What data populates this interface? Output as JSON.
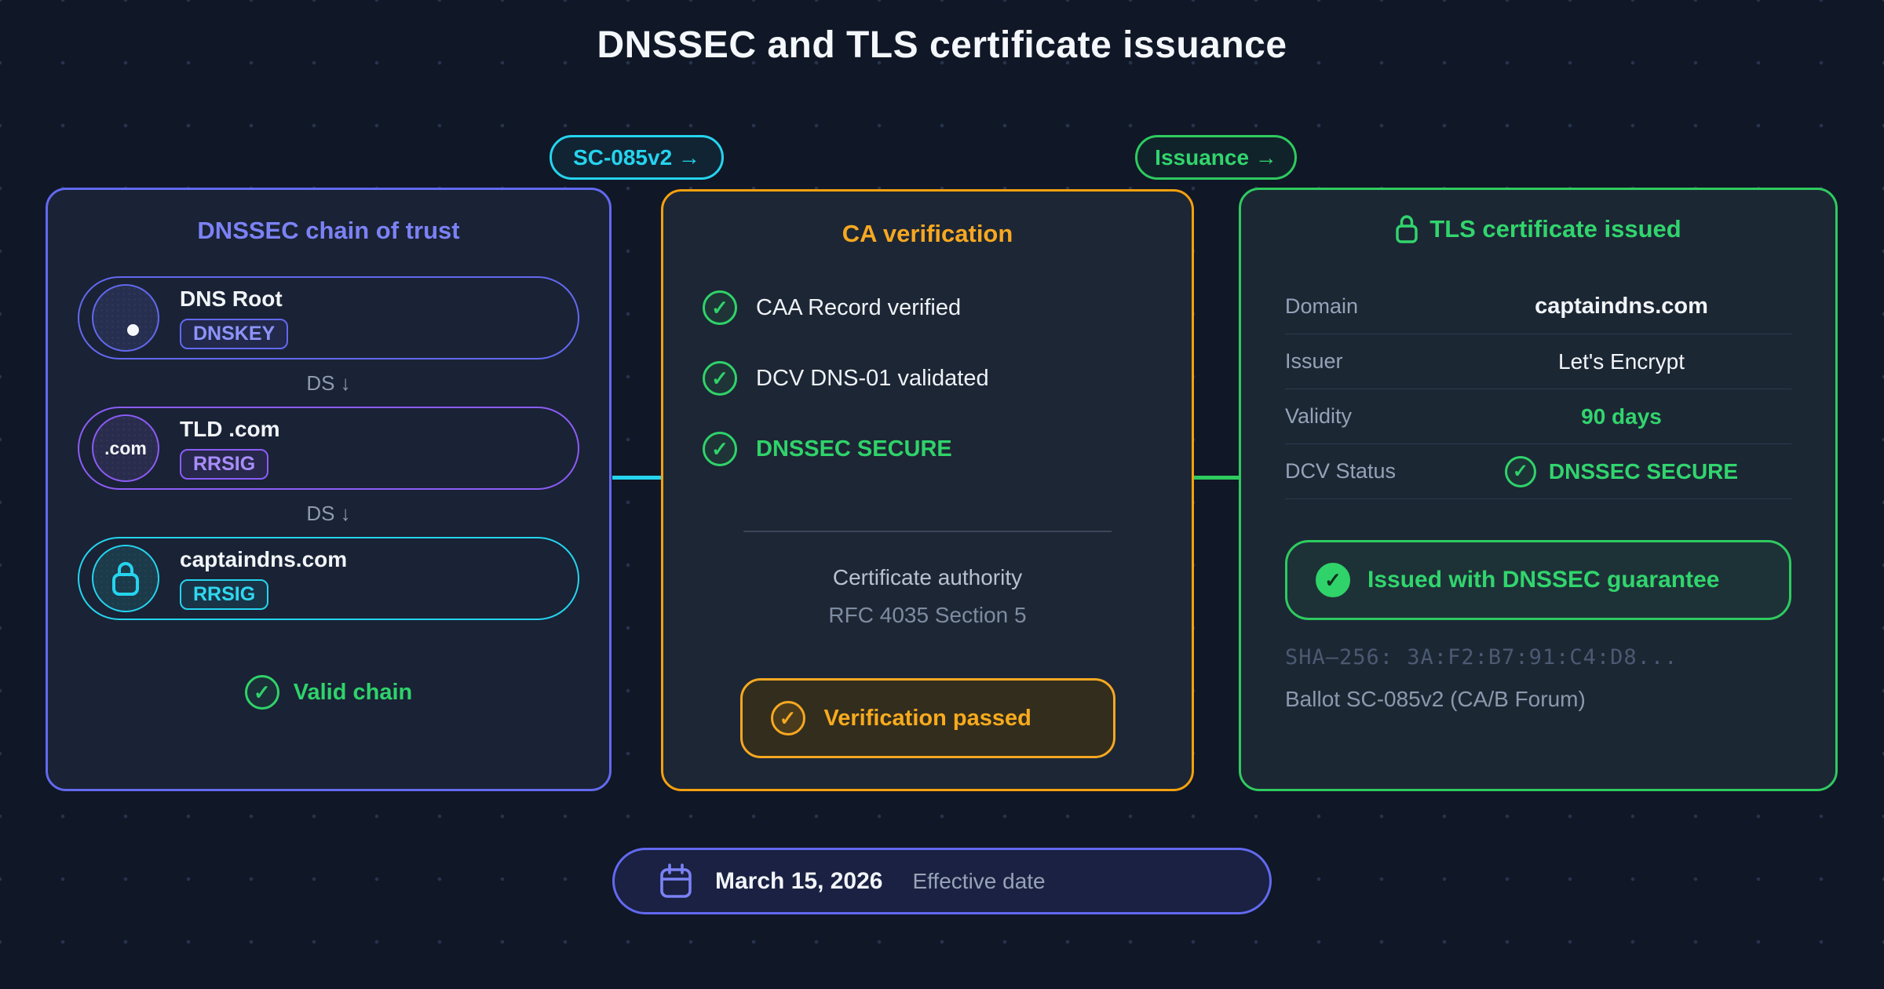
{
  "title": "DNSSEC and TLS certificate issuance",
  "flow_badges": {
    "left": {
      "label": "SC-085v2 →"
    },
    "right": {
      "label": "Issuance →"
    }
  },
  "left_panel": {
    "title": "DNSSEC chain of trust",
    "nodes": [
      {
        "name": "DNS Root",
        "chip": "DNSKEY"
      },
      {
        "name": "TLD .com",
        "chip": "RRSIG",
        "icon_text": ".com"
      },
      {
        "name": "captaindns.com",
        "chip": "RRSIG"
      }
    ],
    "ds_label": "DS ↓",
    "status": "Valid chain"
  },
  "middle_panel": {
    "title": "CA verification",
    "checks": [
      {
        "label": "CAA Record verified"
      },
      {
        "label": "DCV DNS-01 validated"
      },
      {
        "label": "DNSSEC SECURE"
      }
    ],
    "authority_label": "Certificate authority",
    "authority_ref": "RFC 4035 Section 5",
    "result_badge": "Verification passed"
  },
  "right_panel": {
    "title": "TLS certificate issued",
    "rows": [
      {
        "label": "Domain",
        "value": "captaindns.com"
      },
      {
        "label": "Issuer",
        "value": "Let's Encrypt"
      },
      {
        "label": "Validity",
        "value": "90 days"
      },
      {
        "label": "DCV Status",
        "value": "DNSSEC SECURE"
      }
    ],
    "guarantee_badge": "Issued with DNSSEC guarantee",
    "sha_line": "SHA–256:  3A:F2:B7:91:C4:D8...",
    "ballot_line": "Ballot SC-085v2 (CA/B Forum)"
  },
  "footer": {
    "date": "March 15, 2026",
    "label": "Effective date"
  },
  "colors": {
    "background": "#101726",
    "indigo": "#6269f0",
    "violet": "#8b5cf6",
    "cyan": "#25d4ee",
    "orange": "#f5a10e",
    "green": "#2ecb5f",
    "label_gray": "#94a3b8"
  }
}
